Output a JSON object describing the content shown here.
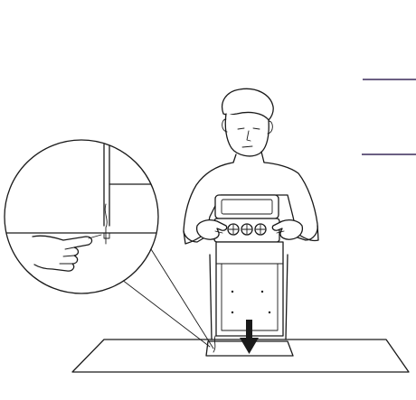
{
  "illustration": {
    "subject": "person-lowering-appliance-cabinet-into-floor-cutout",
    "callouts": [
      "pointer-line-upper",
      "pointer-line-lower"
    ],
    "detail_view": "magnified-finger-touching-cabinet-edge",
    "arrow": "arrow-down-icon",
    "colors": {
      "line": "#1a1a1a",
      "callout": "#3a2a5a",
      "background": "#ffffff"
    }
  }
}
